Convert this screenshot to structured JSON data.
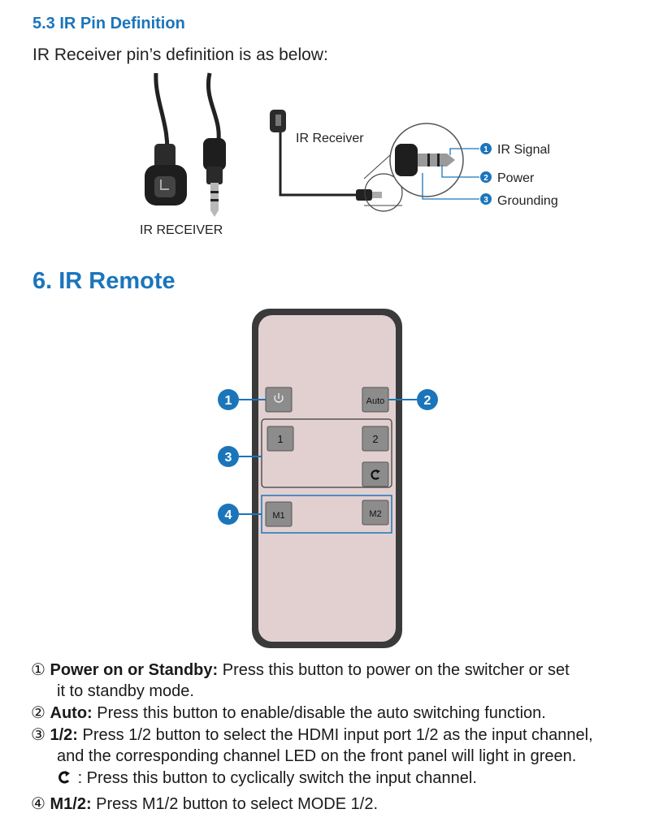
{
  "section_53": {
    "title": "5.3 IR Pin Definition",
    "intro": "IR Receiver pin’s definition is as below:",
    "photo_label": "IR RECEIVER",
    "diagram_label": "IR Receiver",
    "pins": [
      {
        "num": "1",
        "label": "IR Signal"
      },
      {
        "num": "2",
        "label": "Power"
      },
      {
        "num": "3",
        "label": "Grounding"
      }
    ]
  },
  "section_6": {
    "title": "6. IR Remote",
    "buttons": {
      "auto": "Auto",
      "in1": "1",
      "in2": "2",
      "m1": "M1",
      "m2": "M2"
    },
    "callouts": [
      "1",
      "2",
      "3",
      "4"
    ],
    "items": [
      {
        "marker": "①",
        "term": "Power on or Standby:",
        "text": " Press this button to power on the switcher or set",
        "cont": "it to standby mode."
      },
      {
        "marker": "②",
        "term": "Auto:",
        "text": " Press this button to enable/disable the auto switching function."
      },
      {
        "marker": "③",
        "term": "1/2:",
        "text": " Press 1/2 button to select the HDMI input port 1/2 as the input channel,",
        "cont": "and the corresponding channel LED on the front panel will light in green.",
        "cycle": ": Press this button to cyclically switch the input channel."
      },
      {
        "marker": "④",
        "term": "M1/2:",
        "text": " Press M1/2 button to select MODE 1/2."
      }
    ]
  },
  "colors": {
    "heading": "#1b75bb",
    "callout": "#1b75bb",
    "remote_body": "#e2d0d1",
    "remote_frame": "#3a3a3a",
    "button": "#8c8c8c"
  }
}
